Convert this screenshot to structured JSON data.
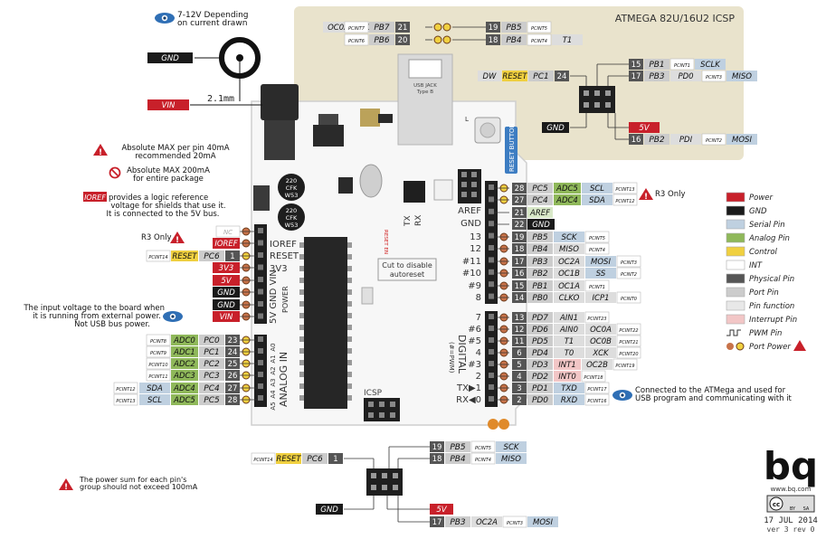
{
  "colors": {
    "power": "#c8202a",
    "gnd": "#1a1a1a",
    "serial": "#bfd0e0",
    "analog": "#8fb85a",
    "control": "#f0d040",
    "int": "#ffffff",
    "physical": "#555555",
    "port": "#cccccc",
    "pinfunc": "#dddddd",
    "interrupt": "#f2c6c6",
    "panel": "#e9e3cc",
    "board": "#f7f7f7",
    "header": "#222222"
  },
  "icsp_panel": {
    "title": "ATMEGA 82U/16U2 ICSP"
  },
  "top_notes": {
    "voltage": "7-12V Depending",
    "voltage2": "on current drawn",
    "jack_size": "2.1mm",
    "gnd": "GND",
    "vin": "VIN"
  },
  "usb": {
    "label": "USB JACK",
    "sub": "Type B"
  },
  "reset_button": "RESET BUTTON",
  "cut_note": {
    "l1": "Cut to disable",
    "l2": "autoreset"
  },
  "board_labels": {
    "ioref": "IOREF",
    "reset": "RESET",
    "v33": "3V3",
    "v5": "5V",
    "gnd1": "GND",
    "vin": "VIN",
    "power": "POWER",
    "analog_in": "ANALOG IN",
    "digital": "DIGITAL",
    "pwm": "(#=PWM)",
    "aref": "AREF",
    "gnd": "GND",
    "icsp": "ICSP",
    "reset_en": "RESET EN",
    "tx": "TX",
    "rx": "RX",
    "cap1": "220",
    "cap1b": "CFK",
    "cap1c": "W53",
    "l_led": "L",
    "a0": "A0",
    "a1": "A1",
    "a2": "A2",
    "a3": "A3",
    "a4": "A4",
    "a5": "A5"
  },
  "digital_numbers": [
    "13",
    "12",
    "#11",
    "#10",
    "#9",
    "8",
    "7",
    "#6",
    "#5",
    "4",
    "#3",
    "2",
    "TX▶1",
    "RX◀0"
  ],
  "notes": {
    "abs_max_pin": "Absolute MAX per pin 40mA",
    "abs_max_pin2": "recommended 20mA",
    "abs_max_pkg": "Absolute MAX 200mA",
    "abs_max_pkg2": "for entire package",
    "ioref_tag": "IOREF",
    "ioref_l1": "provides a logic reference",
    "ioref_l2": "voltage for shields that use it.",
    "ioref_l3": "It is connected to the 5V bus.",
    "r3_left": "R3 Only",
    "r3_right": "R3 Only",
    "vin_l1": "The input voltage to the board when",
    "vin_l2": "it is running from external power.",
    "vin_l3": "Not USB bus power.",
    "serial_l1": "Connected to the ATMega and used for",
    "serial_l2": "USB program and communicating with it",
    "power_sum_l1": "The power sum for each pin's",
    "power_sum_l2": "group should not exceed 100mA"
  },
  "legend": [
    {
      "label": "Power",
      "color": "#c8202a"
    },
    {
      "label": "GND",
      "color": "#1a1a1a"
    },
    {
      "label": "Serial Pin",
      "color": "#bfd0e0"
    },
    {
      "label": "Analog Pin",
      "color": "#8fb85a"
    },
    {
      "label": "Control",
      "color": "#f0d040"
    },
    {
      "label": "INT",
      "color": "#ffffff"
    },
    {
      "label": "Physical Pin",
      "color": "#555555"
    },
    {
      "label": "Port Pin",
      "color": "#cccccc"
    },
    {
      "label": "Pin function",
      "color": "#e8e8e8"
    },
    {
      "label": "Interrupt Pin",
      "color": "#f2c6c6"
    },
    {
      "label": "PWM Pin",
      "color": ""
    },
    {
      "label": "Port Power",
      "color": ""
    }
  ],
  "brand": {
    "logo": "bq",
    "url": "www.bq.com",
    "date": "17 JUL 2014",
    "version": "ver 3 rev 0",
    "cc": "cc",
    "by": "BY",
    "sa": "SA"
  }
}
